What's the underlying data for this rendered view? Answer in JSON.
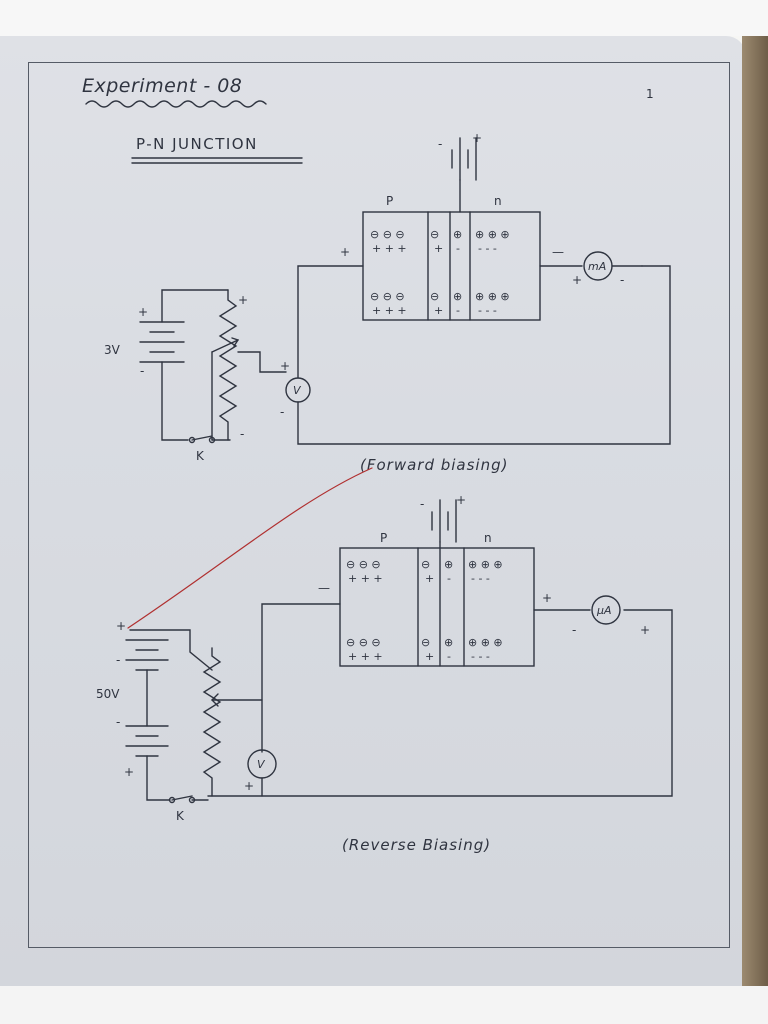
{
  "page": {
    "title": "Experiment - 08",
    "heading": "P-N JUNCTION",
    "page_number": "1"
  },
  "forward": {
    "caption": "(Forward biasing)",
    "battery_voltage": "3V",
    "p_label": "P",
    "n_label": "n",
    "ammeter": "mA",
    "voltmeter": "V",
    "key": "K"
  },
  "reverse": {
    "caption": "(Reverse Biasing)",
    "battery_voltage": "50V",
    "p_label": "P",
    "n_label": "n",
    "ammeter": "μA",
    "voltmeter": "V",
    "key": "K"
  },
  "colors": {
    "ink": "#2f3440",
    "annotation_line": "#b03030",
    "page": "#dcdfe4"
  },
  "icons": [
    "battery-icon",
    "rheostat-icon",
    "voltmeter-icon",
    "ammeter-icon",
    "key-icon",
    "junction-icon"
  ]
}
